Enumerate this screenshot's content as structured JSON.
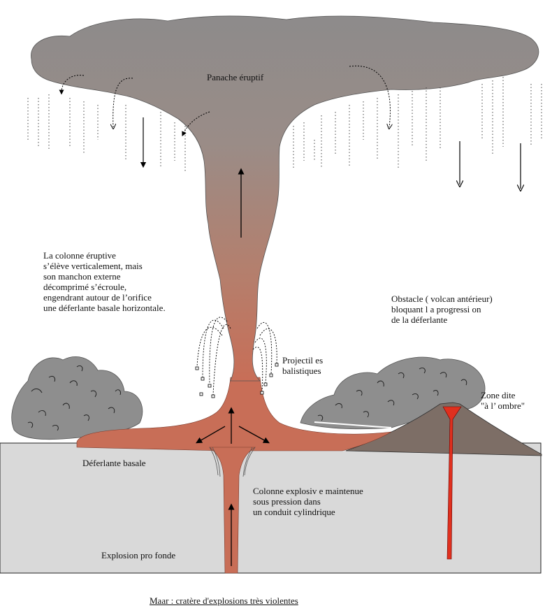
{
  "labels": {
    "panache": "Panache éruptif",
    "colonne_desc": "La colonne éruptive\ns’élève verticalement, mais\nson manchon externe\ndécomprimé s’écroule,\nengendrant autour de l’orifice\nune déferlante basale horizontale.",
    "obstacle": "Obstacle ( volcan antérieur)\nbloquant l a progressi on\nde la déferlante",
    "projectiles": "Projectil es\nbalistiques",
    "zone_ombre": "Zone dite\n\"à l’ ombre\"",
    "deferlante": "Déferlante basale",
    "colonne_explosive": "Colonne explosiv e maintenue\nsous pression dans\nun conduit cylindrique",
    "explosion": "Explosion pro fonde",
    "title": "Maar : cratère d'explosions très violentes"
  },
  "colors": {
    "plume_top": "#8f8b8b",
    "plume_mid": "#9c8a83",
    "column_red": "#c86e57",
    "ground": "#d9d9d9",
    "cloud": "#8e8e8e",
    "volcano": "#7d6e66",
    "lava": "#e0301e"
  }
}
